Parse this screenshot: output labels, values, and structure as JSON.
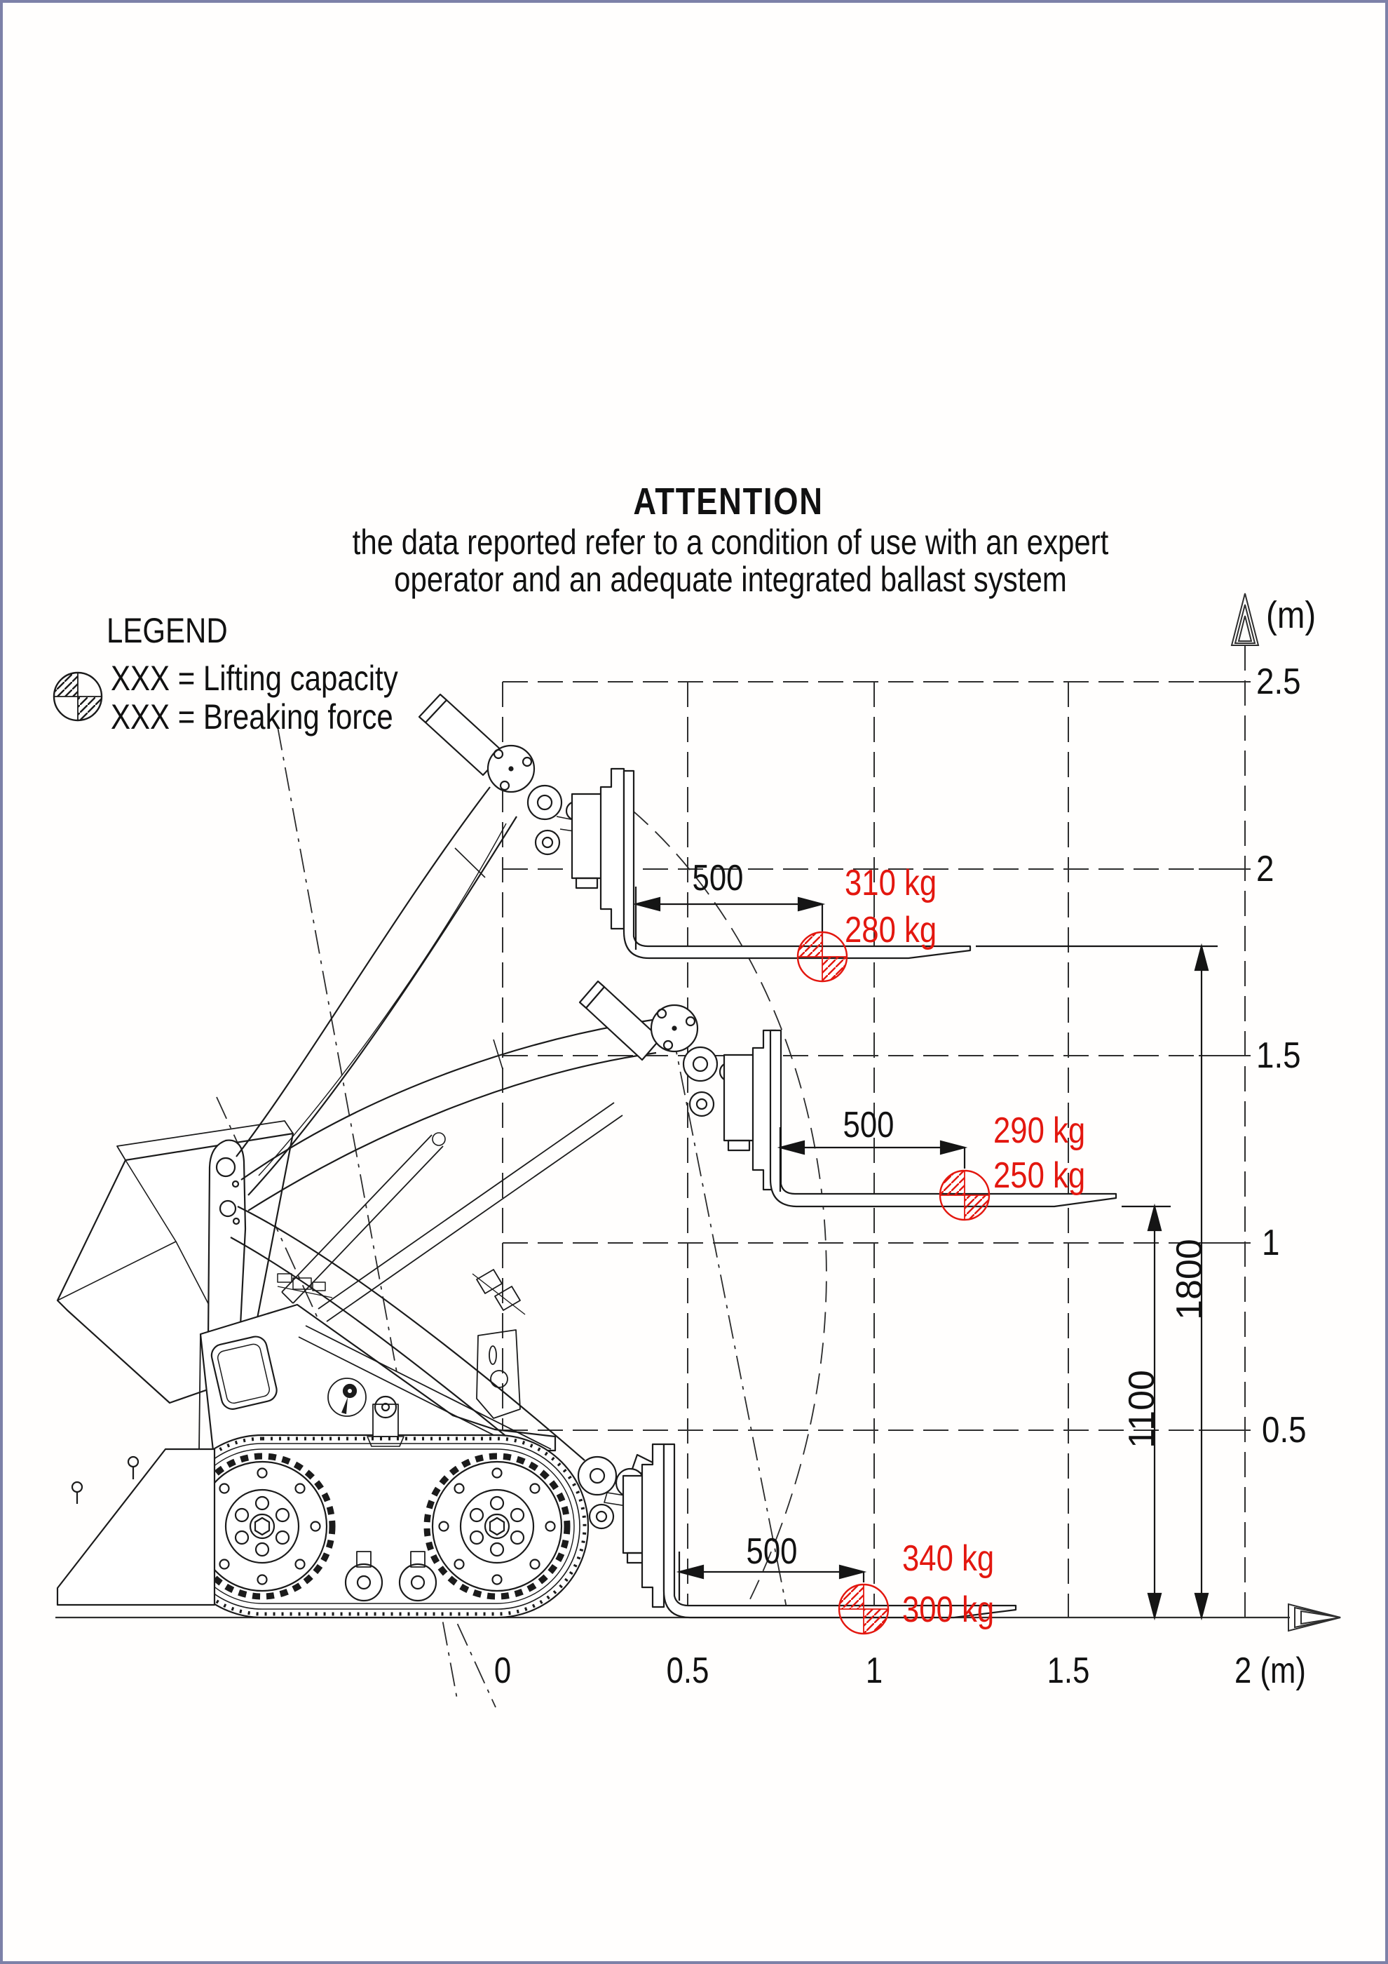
{
  "colors": {
    "ink": "#1b1b1b",
    "red": "#e3170f",
    "frame": "#7d81a8"
  },
  "attention": {
    "title": "ATTENTION",
    "line1": "the data reported refer to a condition of use with an expert",
    "line2": "operator and an adequate integrated ballast system"
  },
  "legend": {
    "title": "LEGEND",
    "symbol": "center-of-gravity-symbol",
    "lifting": "XXX = Lifting capacity",
    "breaking": "XXX = Breaking force"
  },
  "capacity_chart": {
    "positions": [
      {
        "name": "arm raised to 1800 mm",
        "load_center": "500",
        "lifting_capacity": "310 kg",
        "breaking_force": "280 kg"
      },
      {
        "name": "arm at 1100 mm",
        "load_center": "500",
        "lifting_capacity": "290 kg",
        "breaking_force": "250 kg"
      },
      {
        "name": "arm lowered to ground",
        "load_center": "500",
        "lifting_capacity": "340 kg",
        "breaking_force": "300 kg"
      }
    ],
    "height_dims": {
      "raised": "1800",
      "middle": "1100"
    }
  },
  "axes": {
    "y": {
      "unit": "(m)",
      "ticks": [
        "2.5",
        "2",
        "1.5",
        "1",
        "0.5"
      ]
    },
    "x": {
      "ticks": [
        "0",
        "0.5",
        "1",
        "1.5"
      ],
      "last_tick": "2 (m)"
    }
  }
}
